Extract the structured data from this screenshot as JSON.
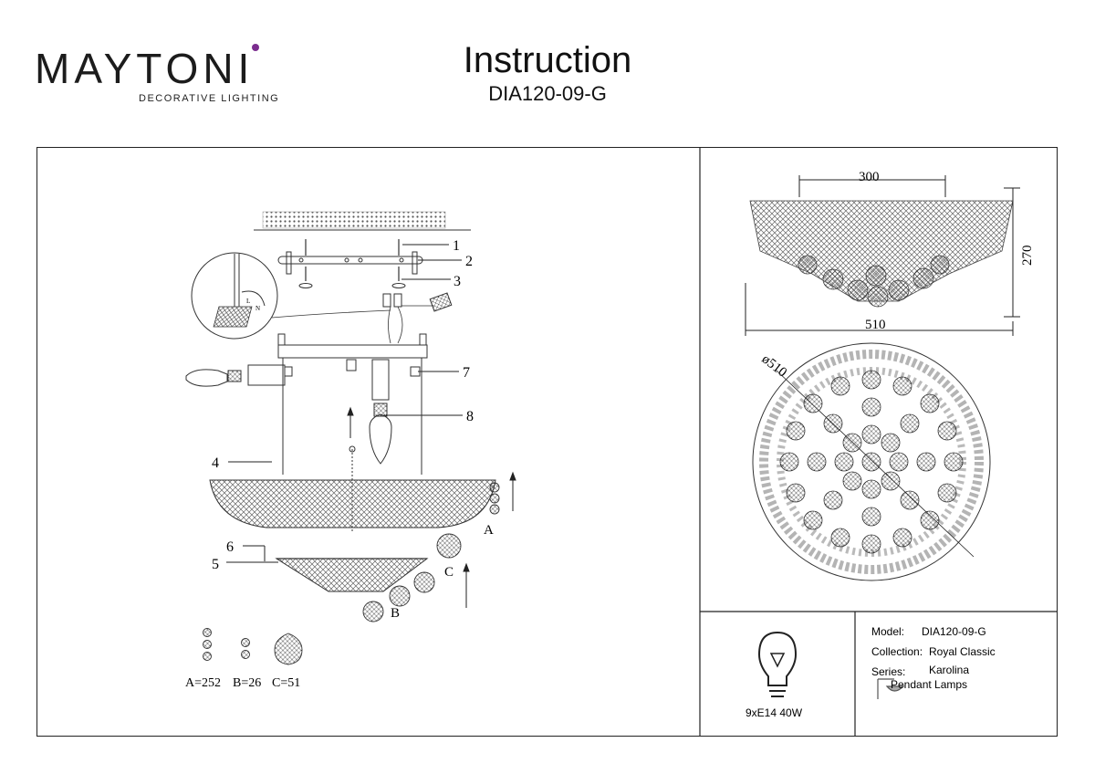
{
  "brand": {
    "name": "MAYTONI",
    "tagline": "DECORATIVE LIGHTING",
    "accent": "#7b2d8e"
  },
  "document": {
    "title": "Instruction",
    "code": "DIA120-09-G"
  },
  "assembly": {
    "callouts": [
      "1",
      "2",
      "3",
      "4",
      "5",
      "6",
      "7",
      "8"
    ],
    "part_letters": [
      "A",
      "B",
      "C"
    ],
    "parts": [
      {
        "label": "A=252"
      },
      {
        "label": "B=26"
      },
      {
        "label": "C=51"
      }
    ]
  },
  "dimensions": {
    "top_width": "300",
    "height": "270",
    "width": "510",
    "diameter": "ø510"
  },
  "specs": {
    "bulb": "9xE14 40W",
    "model_label": "Model:",
    "model_value": "DIA120-09-G",
    "collection_label": "Collection:",
    "collection_value": "Royal Classic",
    "series_label": "Series:",
    "series_value": "Karolina",
    "type_value": "Pendant Lamps"
  }
}
